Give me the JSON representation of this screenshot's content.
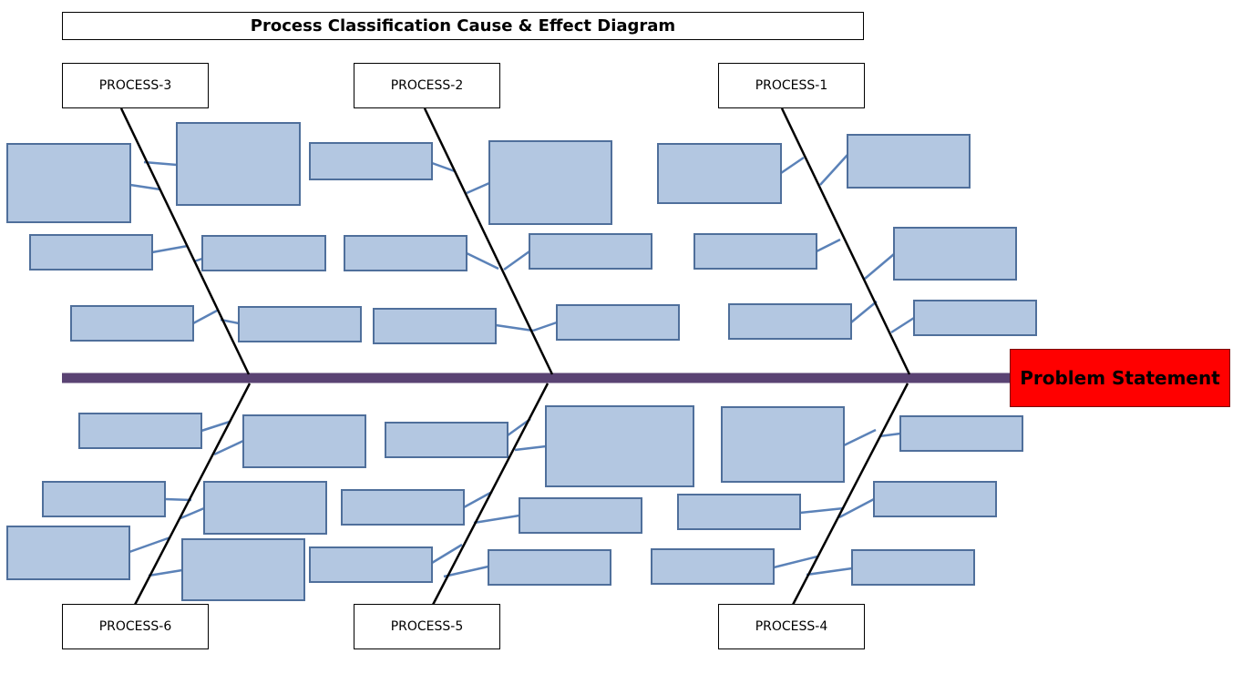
{
  "diagram": {
    "title": "Process Classification Cause & Effect Diagram",
    "effect": "Problem Statement",
    "categories": [
      {
        "id": "p1",
        "label": "PROCESS-1"
      },
      {
        "id": "p2",
        "label": "PROCESS-2"
      },
      {
        "id": "p3",
        "label": "PROCESS-3"
      },
      {
        "id": "p4",
        "label": "PROCESS-4"
      },
      {
        "id": "p5",
        "label": "PROCESS-5"
      },
      {
        "id": "p6",
        "label": "PROCESS-6"
      }
    ],
    "colors": {
      "spine": "#5a4373",
      "bone": "#000000",
      "cause_fill": "#b3c7e1",
      "cause_stroke": "#4f6f9b",
      "connector": "#5b82b8",
      "effect_fill": "#ff0000"
    }
  }
}
